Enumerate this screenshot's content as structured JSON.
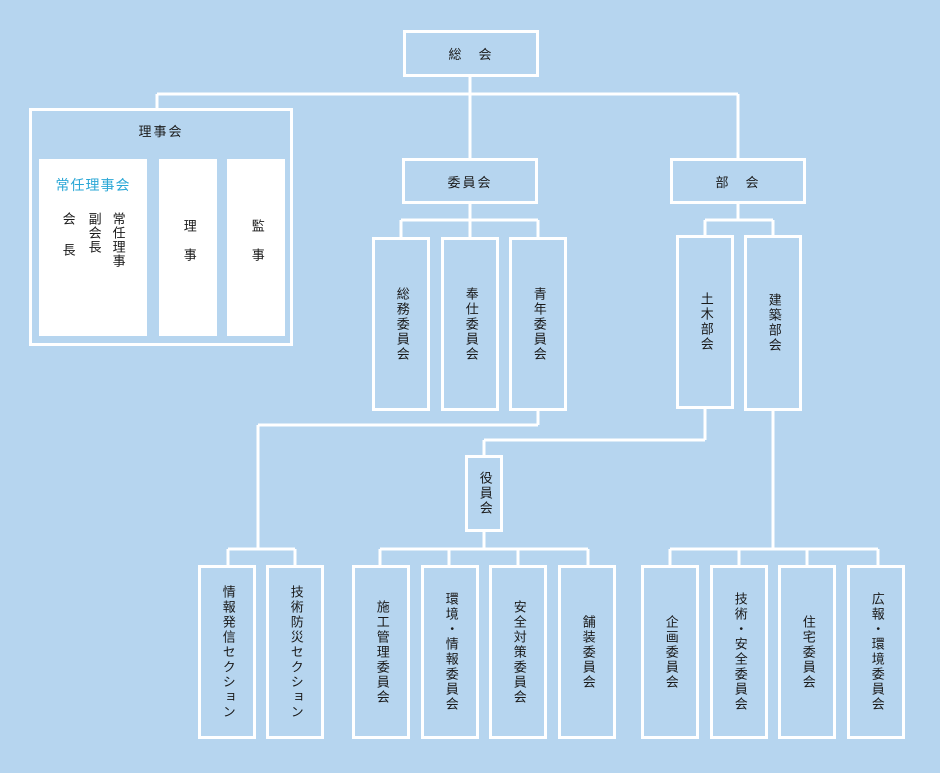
{
  "top": {
    "soukai": "総　会"
  },
  "rijikai": {
    "title": "理事会",
    "jonin_title": "常任理事会",
    "kaicho": "会長",
    "fukukaicho": "副会長",
    "jonin_riji": "常任理事",
    "riji": "理事",
    "kanji": "監事"
  },
  "iinkai": {
    "title": "委員会",
    "children": [
      "総務委員会",
      "奉仕委員会",
      "青年委員会"
    ]
  },
  "bukai": {
    "title": "部　会",
    "children": [
      "土木部会",
      "建築部会"
    ]
  },
  "yakuinkai": "役員会",
  "sections": [
    "情報発信セクション",
    "技術防災セクション"
  ],
  "yakuin_children": [
    "施工管理委員会",
    "環境・情報委員会",
    "安全対策委員会",
    "舗装委員会"
  ],
  "kenchiku_children": [
    "企画委員会",
    "技術・安全委員会",
    "住宅委員会",
    "広報・環境委員会"
  ],
  "colors": {
    "background": "#b6d5ef",
    "line": "#ffffff",
    "accent": "#2aa7d6"
  }
}
